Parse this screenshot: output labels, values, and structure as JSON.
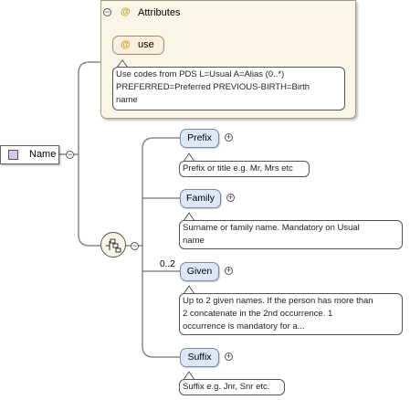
{
  "attributes": {
    "header": "Attributes",
    "use_label": "use",
    "use_doc_line1": "Use codes from PDS L=Usual A=Alias (0..*)",
    "use_doc_line2": "PREFERRED=Preferred PREVIOUS-BIRTH=Birth",
    "use_doc_line3": "name"
  },
  "root": {
    "label": "Name"
  },
  "children": {
    "prefix": {
      "label": "Prefix",
      "doc": "Prefix or title e.g. Mr, Mrs etc"
    },
    "family": {
      "label": "Family",
      "doc_line1": "Surname or family name. Mandatory on Usual",
      "doc_line2": "name"
    },
    "given": {
      "label": "Given",
      "cardinality": "0..2",
      "doc_line1": "Up to 2 given names. If the person has more than",
      "doc_line2": "2 concatenate in the 2nd occurrence. 1",
      "doc_line3": "occurrence is mandatory for a..."
    },
    "suffix": {
      "label": "Suffix",
      "doc": "Suffix e.g. Jnr, Snr etc."
    }
  },
  "icons": {
    "at": "@",
    "collapse": "−",
    "expand": "+"
  },
  "colors": {
    "element_fill": "#dde7f5",
    "attribute_fill": "#fbf5e6",
    "attr_symbol": "#d4a017"
  }
}
